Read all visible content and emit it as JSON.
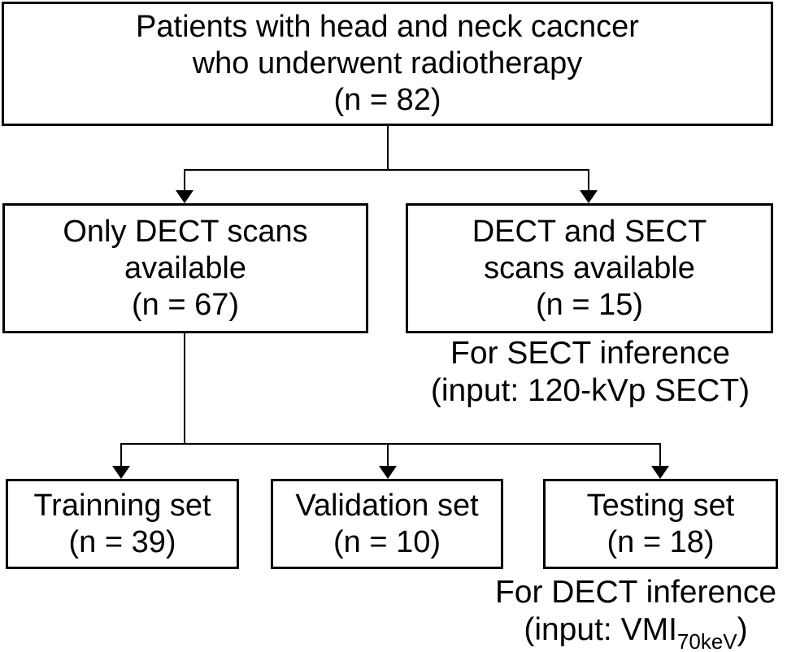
{
  "figure": {
    "type": "flowchart",
    "background_color": "#ffffff",
    "line_color": "#000000",
    "text_color": "#000000",
    "boxes": {
      "root": {
        "lines": [
          "Patients with head and neck cacncer",
          "who underwent radiotherapy",
          "(n = 82)"
        ],
        "n": 82
      },
      "dect_only": {
        "lines": [
          "Only DECT scans",
          "available",
          "(n = 67)"
        ],
        "n": 67
      },
      "dect_sect": {
        "lines": [
          "DECT and SECT",
          "scans available",
          "(n = 15)"
        ],
        "n": 15
      },
      "training": {
        "lines": [
          "Trainning set",
          "(n = 39)"
        ],
        "n": 39
      },
      "validation": {
        "lines": [
          "Validation set",
          "(n = 10)"
        ],
        "n": 10
      },
      "testing": {
        "lines": [
          "Testing set",
          "(n = 18)"
        ],
        "n": 18
      }
    },
    "captions": {
      "sect": {
        "line1": "For SECT inference",
        "line2": "(input: 120-kVp SECT)"
      },
      "dect": {
        "line1": "For DECT inference",
        "line2_prefix": "(input: VMI",
        "line2_subscript": "70keV",
        "line2_suffix": ")"
      }
    }
  }
}
